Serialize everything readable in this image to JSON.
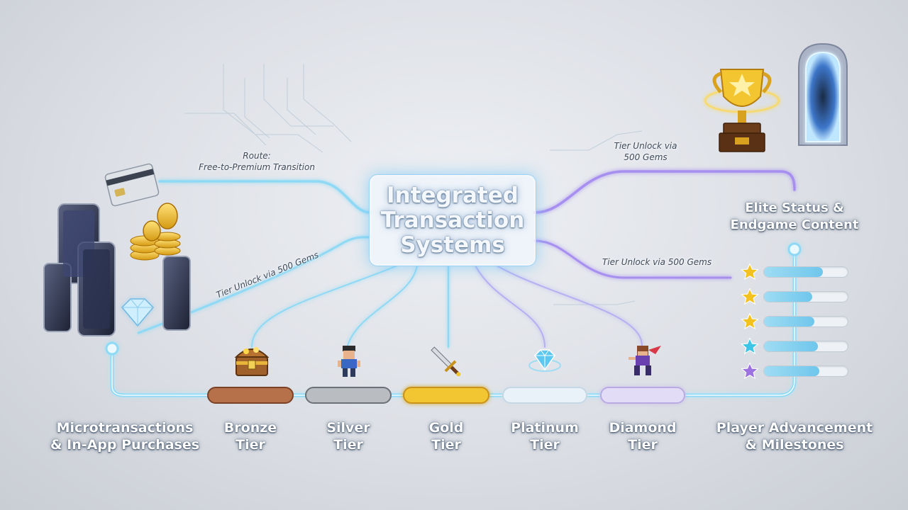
{
  "hub": {
    "title": "Integrated\nTransaction\nSystems"
  },
  "route_labels": {
    "free_to_premium": "Route:\nFree-to-Premium Transition",
    "unlock_left": "Tier Unlock via 500 Gems",
    "unlock_top_right": "Tier Unlock via\n500 Gems",
    "unlock_right": "Tier Unlock via 500 Gems"
  },
  "nodes": {
    "start": "Microtransactions\n& In-App Purchases",
    "end": "Player Advancement\n& Milestones",
    "elite": "Elite Status &\nEndgame Content"
  },
  "tiers": [
    {
      "label": "Bronze\nTier",
      "icon": "treasure-chest-icon",
      "color": "#b7714a"
    },
    {
      "label": "Silver\nTier",
      "icon": "pixel-hero-icon",
      "color": "#b9bcc0"
    },
    {
      "label": "Gold\nTier",
      "icon": "sword-icon",
      "color": "#f2c531"
    },
    {
      "label": "Platinum\nTier",
      "icon": "gem-icon",
      "color": "#e8f2f8"
    },
    {
      "label": "Diamond\nTier",
      "icon": "ninja-hero-icon",
      "color": "#e3dcf6"
    }
  ],
  "milestones": [
    {
      "star_color": "#f4c21e",
      "progress": 0.7
    },
    {
      "star_color": "#f4c21e",
      "progress": 0.58
    },
    {
      "star_color": "#f4c21e",
      "progress": 0.6
    },
    {
      "star_color": "#3ec5e6",
      "progress": 0.64
    },
    {
      "star_color": "#9b72e0",
      "progress": 0.66
    }
  ],
  "colors": {
    "flow_cyan": "#8fd9f5",
    "flow_violet": "#a78ff0",
    "accent_gold": "#f2c531"
  }
}
